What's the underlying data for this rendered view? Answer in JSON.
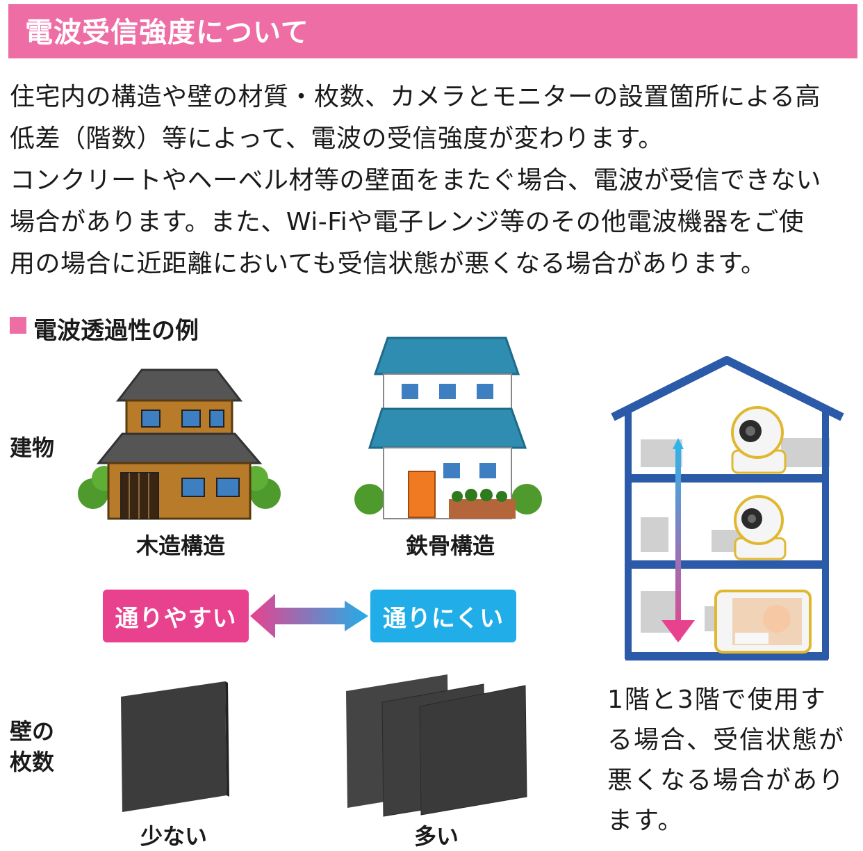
{
  "header": {
    "title": "電波受信強度について"
  },
  "intro": {
    "lines": [
      "住宅内の構造や壁の材質・枚数、カメラとモニターの設置箇所による高",
      "低差（階数）等によって、電波の受信強度が変わります。",
      "コンクリートやヘーベル材等の壁面をまたぐ場合、電波が受信できない",
      "場合があります。また、Wi-Fiや電子レンジ等のその他電波機器をご使",
      "用の場合に近距離においても受信状態が悪くなる場合があります。"
    ]
  },
  "section": {
    "title": "電波透過性の例"
  },
  "rows": {
    "building_label": "建物",
    "walls_label_line1": "壁の",
    "walls_label_line2": "枚数"
  },
  "buildings": {
    "wood_caption": "木造構造",
    "steel_caption": "鉄骨構造"
  },
  "pills": {
    "easy": "通りやすい",
    "hard": "通りにくい"
  },
  "walls": {
    "few_caption": "少ない",
    "many_caption": "多い"
  },
  "note": {
    "lines": [
      "1階と3階で使用す",
      "る場合、受信状態が",
      "悪くなる場合があり",
      "ます。"
    ]
  },
  "colors": {
    "header_pink": "#ee6da5",
    "easy_pink": "#e8428e",
    "hard_blue": "#21aee8",
    "house_blue": "#2a5aa8",
    "wall_gray": "#3c3c3c"
  }
}
